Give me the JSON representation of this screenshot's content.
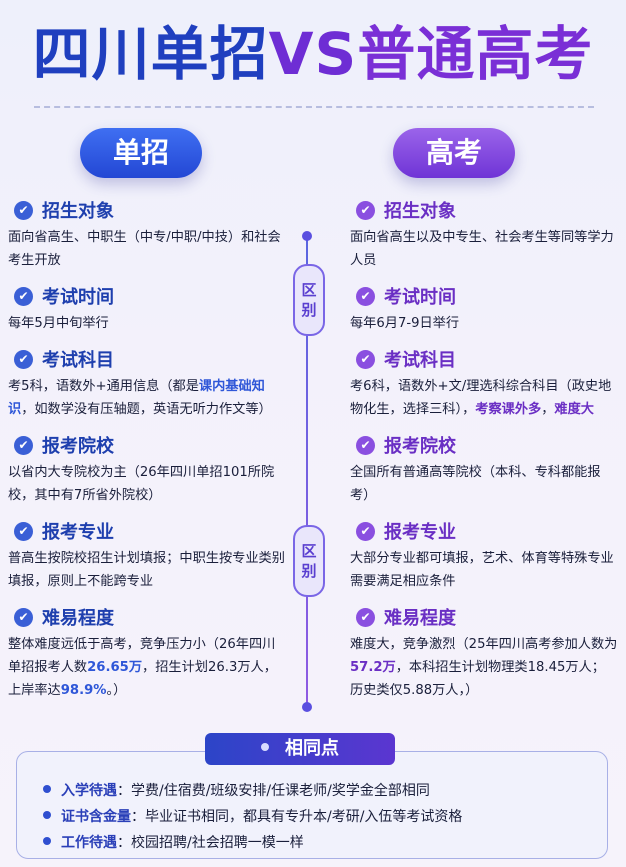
{
  "title": {
    "part1": "四川单招",
    "vs": "VS",
    "part2": "普通高考"
  },
  "left": {
    "label": "单招",
    "items": [
      {
        "head": "招生对象",
        "body": "面向省高生、中职生（中专/中职/中技）和社会考生开放"
      },
      {
        "head": "考试时间",
        "body": "每年5月中旬举行"
      },
      {
        "head": "考试科目",
        "pre": "考5科，语数外+通用信息（都是",
        "hl": "课内基础知识",
        "post": "，如数学没有压轴题，英语无听力作文等）"
      },
      {
        "head": "报考院校",
        "body": "以省内大专院校为主（26年四川单招101所院校，其中有7所省外院校）"
      },
      {
        "head": "报考专业",
        "body": "普高生按院校招生计划填报；中职生按专业类别填报，原则上不能跨专业"
      },
      {
        "head": "难易程度",
        "pre": "整体难度远低于高考，竞争压力小（26年四川单招报考人数",
        "hl": "26.65万",
        "mid": "，招生计划26.3万人，上岸率达",
        "hl2": "98.9%",
        "post": "。）"
      }
    ]
  },
  "right": {
    "label": "高考",
    "items": [
      {
        "head": "招生对象",
        "body": "面向省高生以及中专生、社会考生等同等学力人员"
      },
      {
        "head": "考试时间",
        "body": "每年6月7-9日举行"
      },
      {
        "head": "考试科目",
        "pre": "考6科，语数外+文/理选科综合科目（政史地物化生，选择三科），",
        "hl": "考察课外多",
        "mid": "，",
        "hl2": "难度大"
      },
      {
        "head": "报考院校",
        "body": "全国所有普通高等院校（本科、专科都能报考）"
      },
      {
        "head": "报考专业",
        "body": "大部分专业都可填报，艺术、体育等特殊专业需要满足相应条件"
      },
      {
        "head": "难易程度",
        "pre": "难度大，竞争激烈（25年四川高考参加人数为",
        "hl": "57.2万",
        "post": "，本科招生计划物理类18.45万人；历史类仅5.88万人，）"
      }
    ]
  },
  "difference_label": [
    "区",
    "别"
  ],
  "same": {
    "label": "相同点",
    "items": [
      {
        "key": "入学待遇",
        "text": "：学费/住宿费/班级安排/任课老师/奖学金全部相同"
      },
      {
        "key": "证书含金量",
        "text": "：毕业证书相同，都具有专升本/考研/入伍等考试资格"
      },
      {
        "key": "工作待遇",
        "text": "：校园招聘/社会招聘一模一样"
      }
    ]
  },
  "colors": {
    "blue": "#2347d4",
    "purple": "#6f34d6"
  }
}
